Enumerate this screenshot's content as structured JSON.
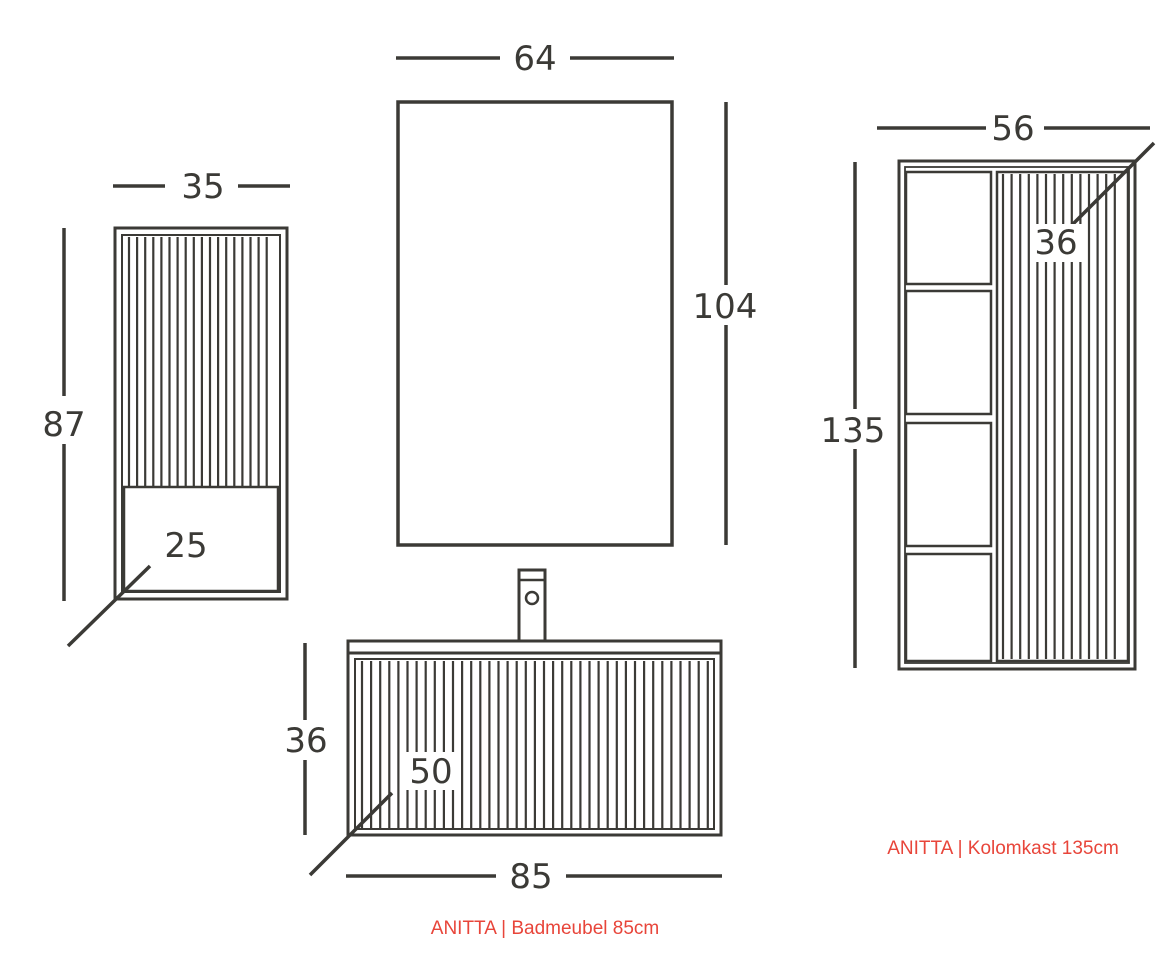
{
  "colors": {
    "line": "#3b3a36",
    "background": "#ffffff",
    "caption": "#e8453a"
  },
  "left_cabinet": {
    "width_label": "35",
    "height_label": "87",
    "depth_label": "25"
  },
  "mirror": {
    "width_label": "64",
    "height_label": "104"
  },
  "vanity": {
    "width_label": "85",
    "height_label": "36",
    "depth_label": "50",
    "caption": "ANITTA | Badmeubel 85cm"
  },
  "column_cabinet": {
    "width_label": "56",
    "height_label": "135",
    "depth_label": "36",
    "caption": "ANITTA | Kolomkast 135cm"
  }
}
